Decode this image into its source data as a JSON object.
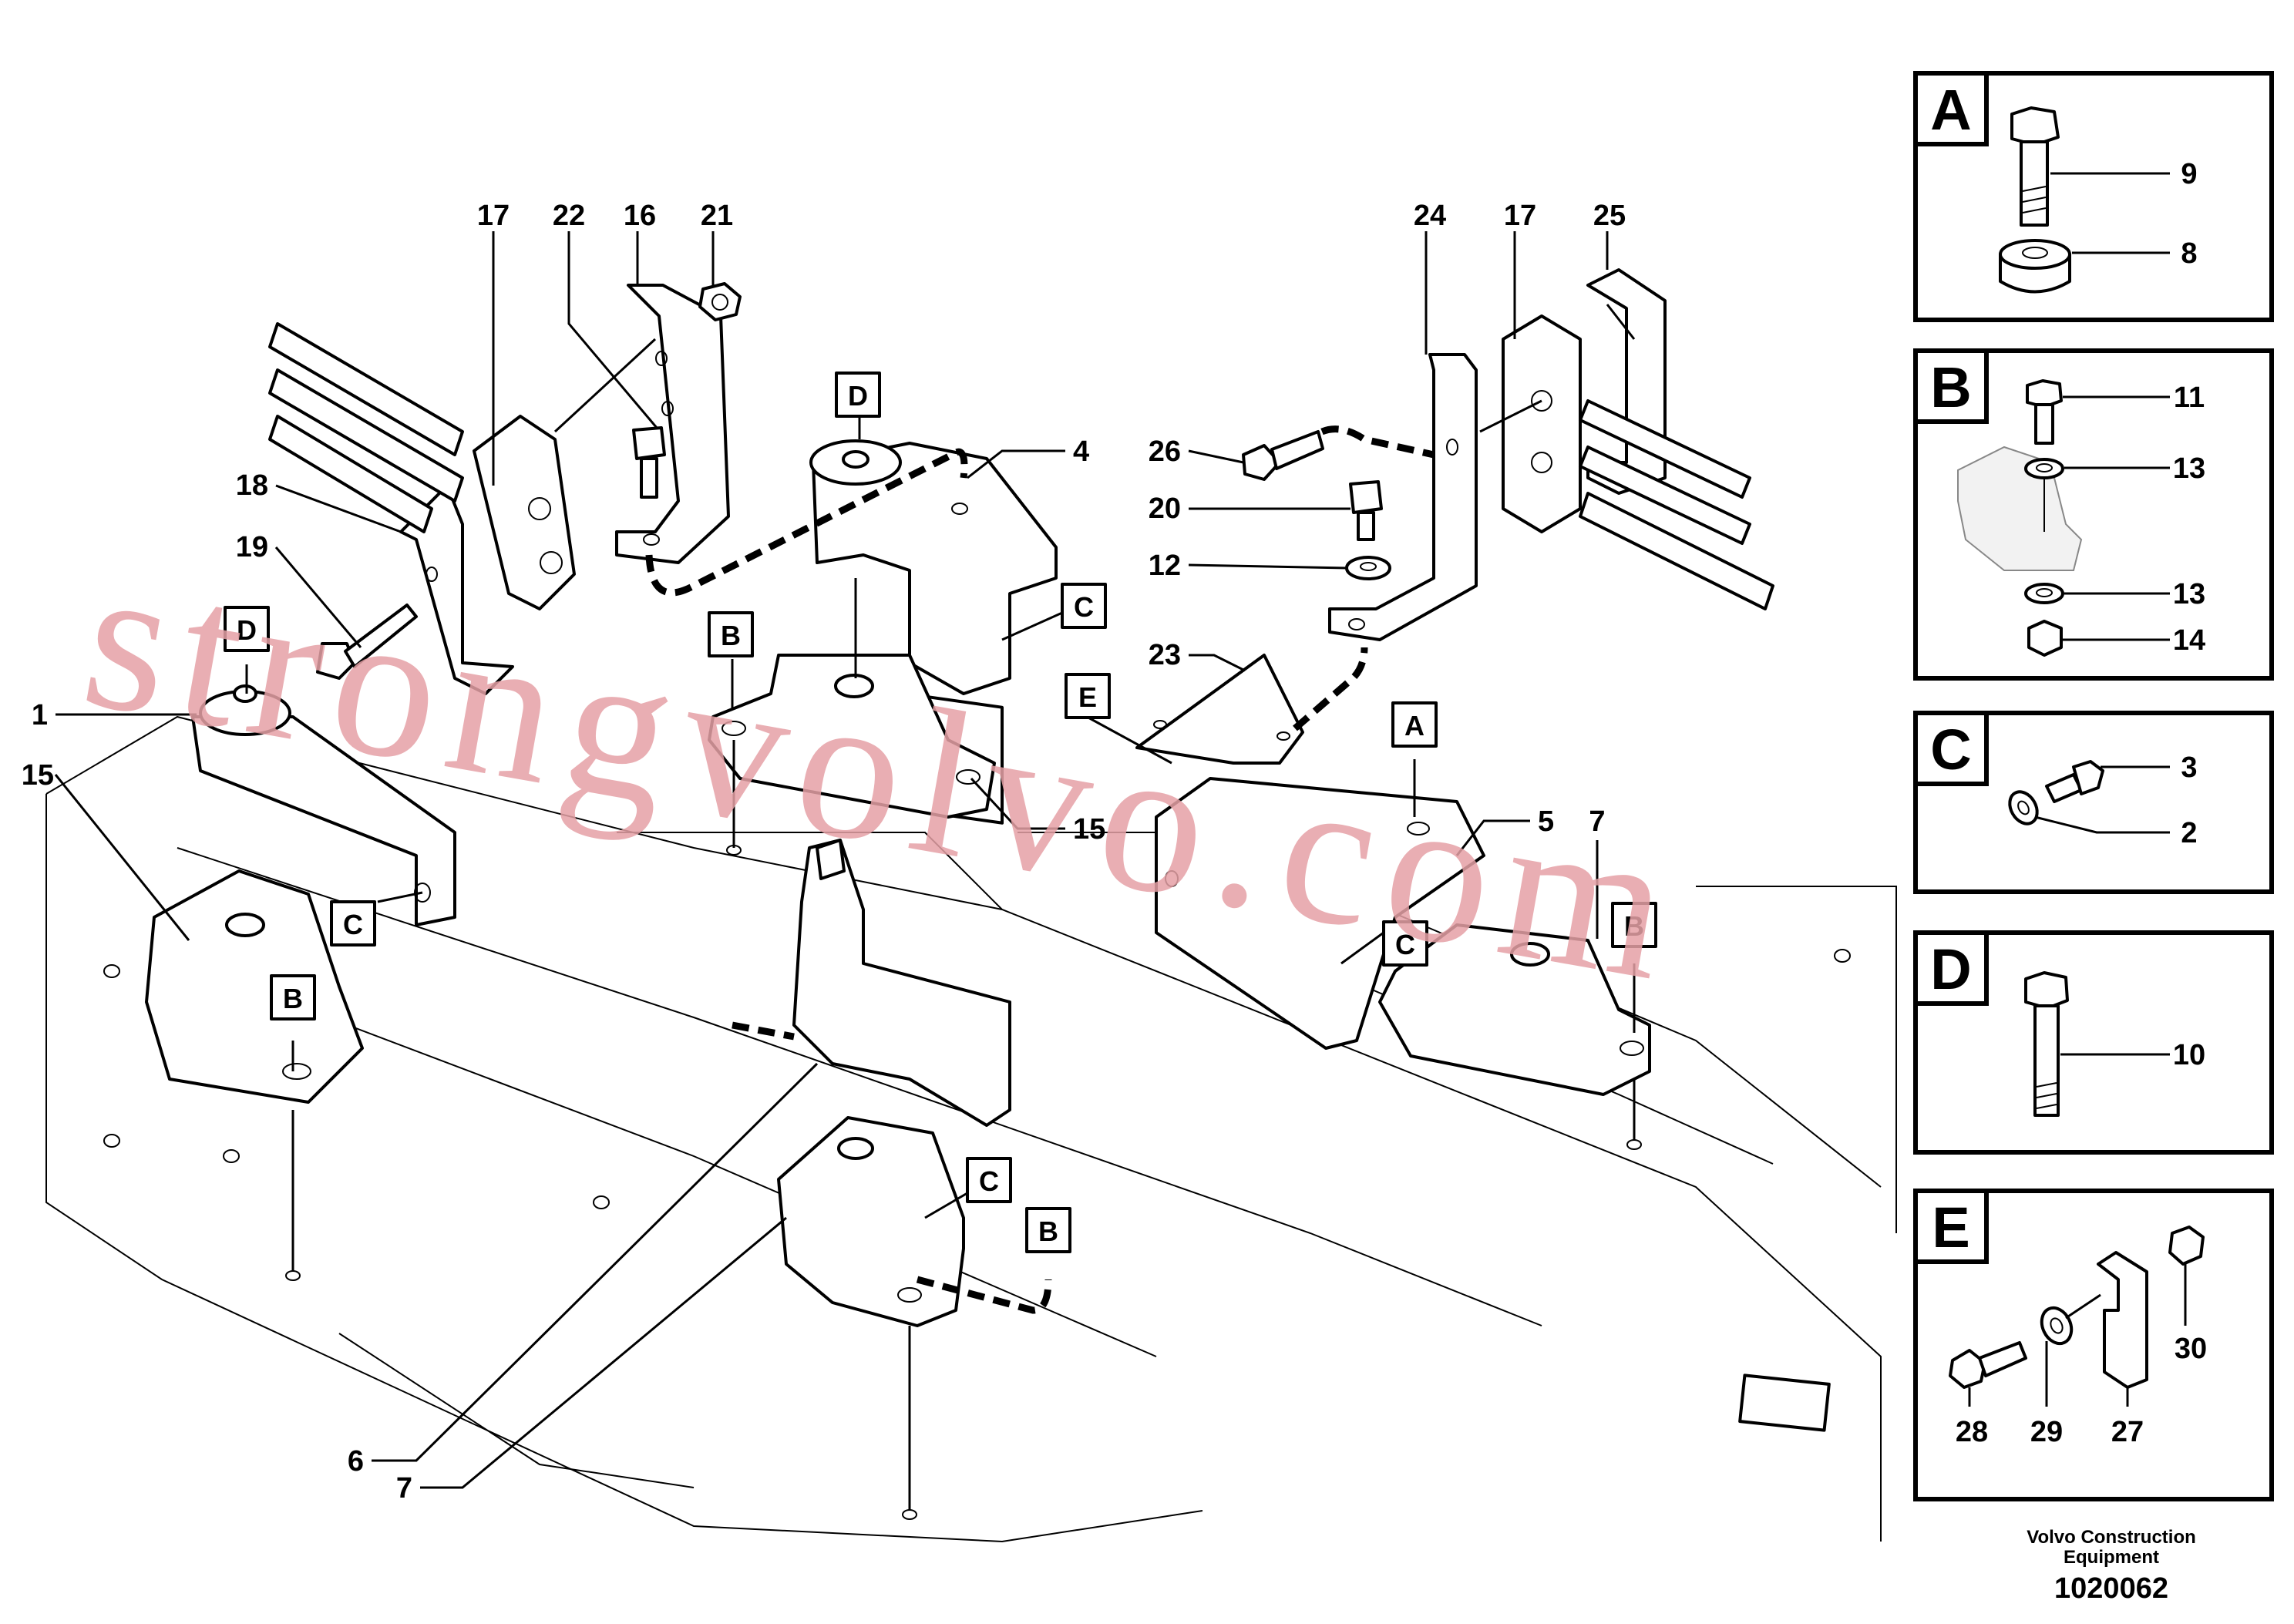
{
  "callouts": {
    "n1": "1",
    "n15a": "15",
    "n18": "18",
    "n19": "19",
    "n17a": "17",
    "n22": "22",
    "n16": "16",
    "n21": "21",
    "n4": "4",
    "n15b": "15",
    "n24": "24",
    "n17b": "17",
    "n25": "25",
    "n26": "26",
    "n20": "20",
    "n12": "12",
    "n23": "23",
    "n5": "5",
    "n7a": "7",
    "n6": "6",
    "n7b": "7"
  },
  "tags": {
    "d1": "D",
    "d2": "D",
    "b1": "B",
    "b2": "B",
    "b3": "B",
    "b4": "B",
    "c1": "C",
    "c2": "C",
    "c3": "C",
    "c4": "C",
    "e1": "E",
    "a1": "A"
  },
  "panels": [
    {
      "letter": "A",
      "labels": [
        "9",
        "8"
      ]
    },
    {
      "letter": "B",
      "labels": [
        "11",
        "13",
        "13",
        "14"
      ]
    },
    {
      "letter": "C",
      "labels": [
        "3",
        "2"
      ]
    },
    {
      "letter": "D",
      "labels": [
        "10"
      ]
    },
    {
      "letter": "E",
      "labels": [
        "30",
        "28",
        "29",
        "27"
      ]
    }
  ],
  "watermark": "strongvolvo.com",
  "footer": {
    "line1": "Volvo Construction",
    "line2": "Equipment",
    "code": "1020062"
  }
}
